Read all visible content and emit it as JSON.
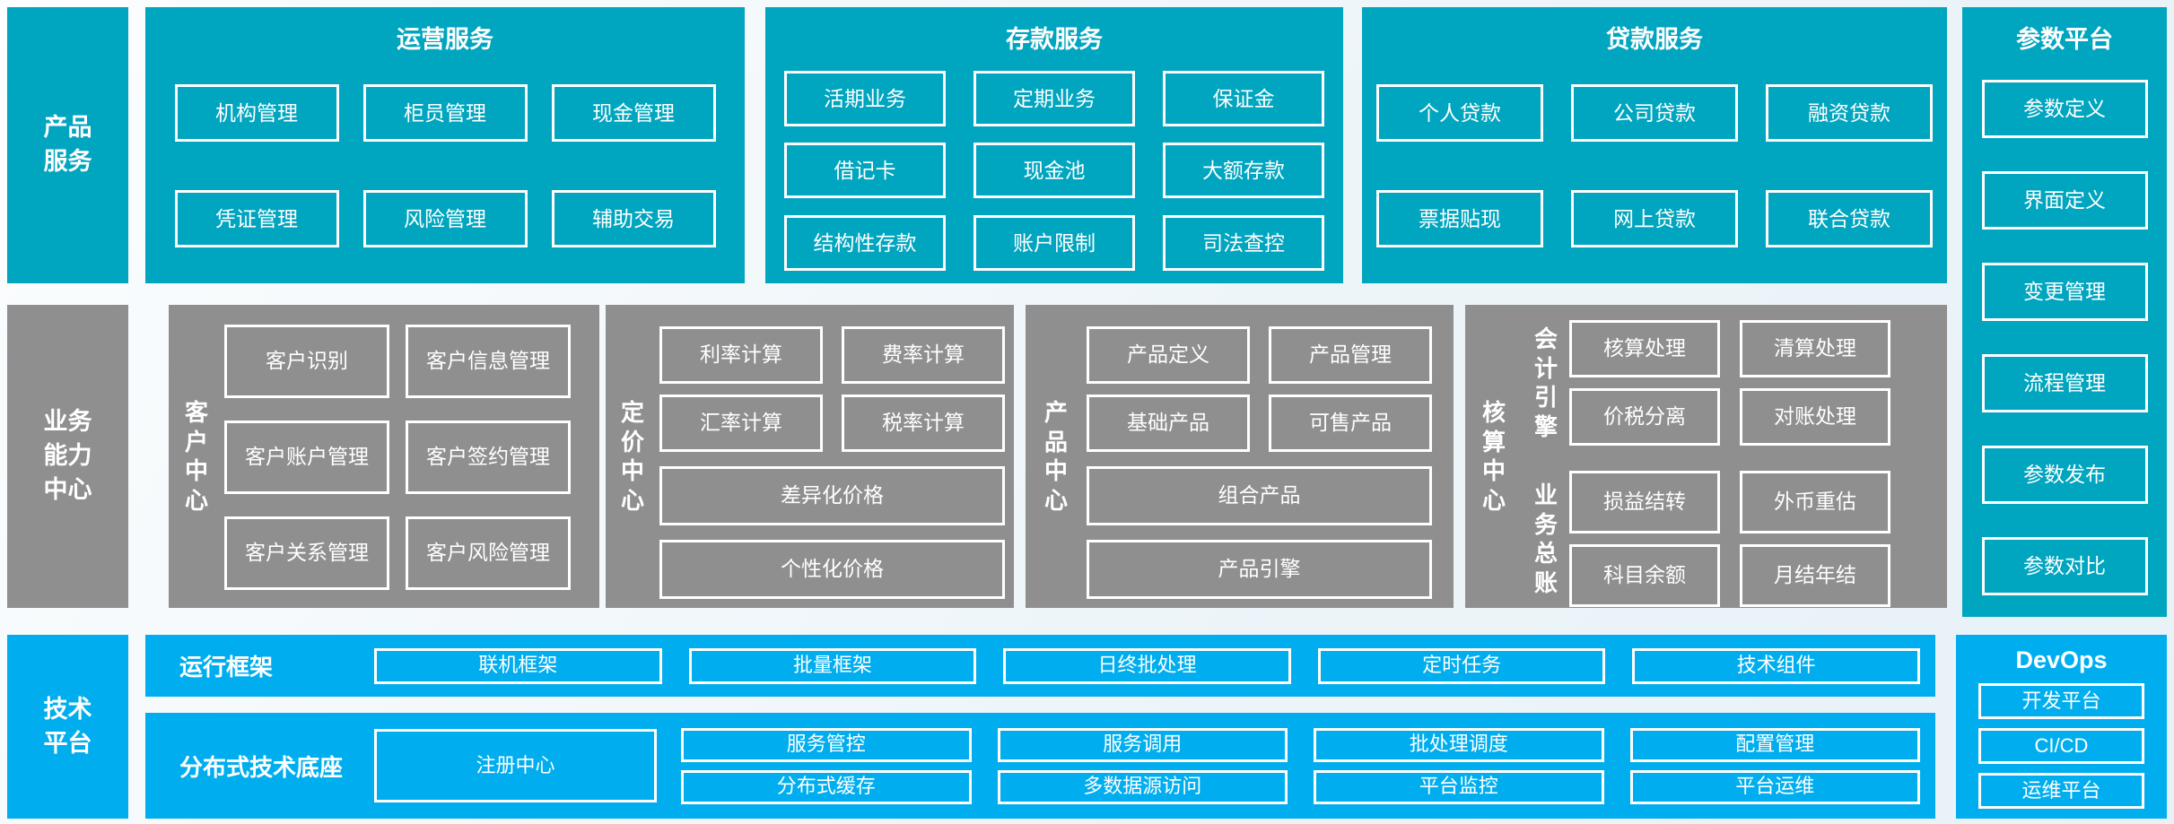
{
  "palette": {
    "teal": "#00a5bf",
    "gray": "#8f8f8f",
    "blue": "#00aeef",
    "box_border": "#ffffff",
    "text": "#ffffff",
    "background": "#eef5f9"
  },
  "left_labels": {
    "product": "产品\n服务",
    "business": "业务\n能力\n中心",
    "tech": "技术\n平台"
  },
  "top": {
    "operations": {
      "title": "运营服务",
      "rows": [
        [
          "机构管理",
          "柜员管理",
          "现金管理"
        ],
        [
          "凭证管理",
          "风险管理",
          "辅助交易"
        ]
      ]
    },
    "deposit": {
      "title": "存款服务",
      "rows": [
        [
          "活期业务",
          "定期业务",
          "保证金"
        ],
        [
          "借记卡",
          "现金池",
          "大额存款"
        ],
        [
          "结构性存款",
          "账户限制",
          "司法查控"
        ]
      ]
    },
    "loan": {
      "title": "贷款服务",
      "rows": [
        [
          "个人贷款",
          "公司贷款",
          "融资贷款"
        ],
        [
          "票据贴现",
          "网上贷款",
          "联合贷款"
        ]
      ]
    },
    "param_platform": {
      "title": "参数平台",
      "items": [
        "参数定义",
        "界面定义",
        "变更管理",
        "流程管理",
        "参数发布",
        "参数对比"
      ]
    }
  },
  "middle": {
    "customer": {
      "label": "客户中心",
      "boxes": [
        "客户识别",
        "客户信息管理",
        "客户账户管理",
        "客户签约管理",
        "客户关系管理",
        "客户风险管理"
      ]
    },
    "pricing": {
      "label": "定价中心",
      "small": [
        "利率计算",
        "费率计算",
        "汇率计算",
        "税率计算"
      ],
      "wide": [
        "差异化价格",
        "个性化价格"
      ]
    },
    "product": {
      "label": "产品中心",
      "small": [
        "产品定义",
        "产品管理",
        "基础产品",
        "可售产品"
      ],
      "wide": [
        "组合产品",
        "产品引擎"
      ]
    },
    "accounting": {
      "label": "核算中心",
      "groups": [
        {
          "label": "会计引擎",
          "boxes": [
            "核算处理",
            "清算处理",
            "价税分离",
            "对账处理"
          ]
        },
        {
          "label": "业务总账",
          "boxes": [
            "损益结转",
            "外币重估",
            "科目余额",
            "月结年结"
          ]
        }
      ]
    }
  },
  "bottom": {
    "runtime": {
      "label": "运行框架",
      "boxes": [
        "联机框架",
        "批量框架",
        "日终批处理",
        "定时任务",
        "技术组件"
      ]
    },
    "distributed": {
      "label": "分布式技术底座",
      "registry": "注册中心",
      "grid": [
        [
          "服务管控",
          "服务调用",
          "批处理调度",
          "配置管理"
        ],
        [
          "分布式缓存",
          "多数据源访问",
          "平台监控",
          "平台运维"
        ]
      ]
    },
    "devops": {
      "title": "DevOps",
      "items": [
        "开发平台",
        "CI/CD",
        "运维平台"
      ]
    }
  }
}
